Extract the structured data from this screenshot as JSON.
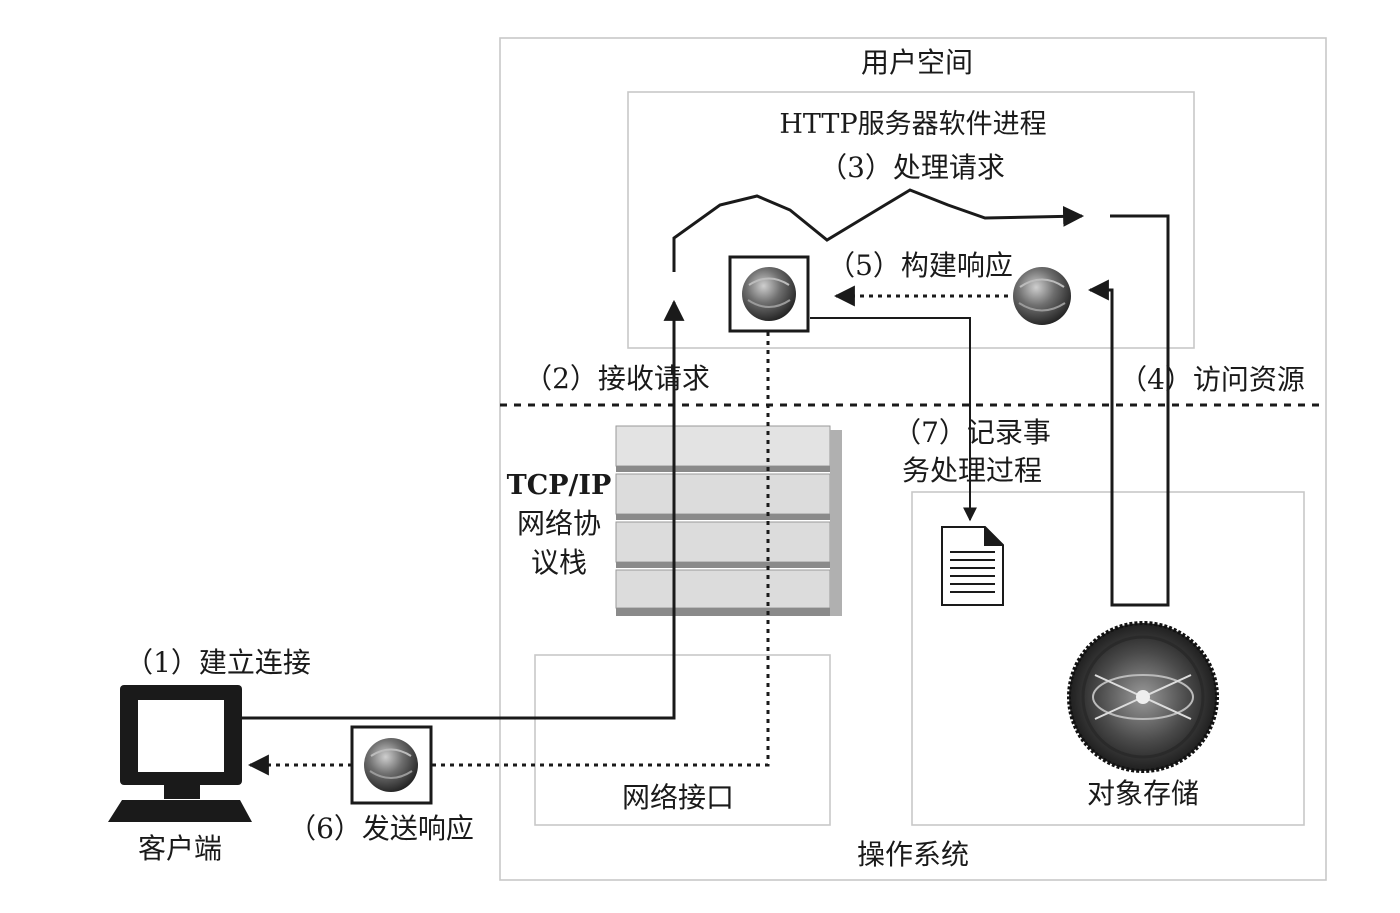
{
  "regions": {
    "user_space": "用户空间",
    "http_process": "HTTP服务器软件进程",
    "operating_system": "操作系统",
    "network_interface": "网络接口",
    "object_storage": "对象存储"
  },
  "components": {
    "tcpip_stack_line1": "TCP/IP",
    "tcpip_stack_line2": "网络协",
    "tcpip_stack_line3": "议栈",
    "client": "客户端"
  },
  "steps": {
    "step1": "（1）建立连接",
    "step2": "（2）接收请求",
    "step3": "（3）处理请求",
    "step4": "（4）访问资源",
    "step5": "（5）构建响应",
    "step6": "（6）发送响应",
    "step7_line1": "（7）记录事",
    "step7_line2": "务处理过程"
  },
  "icons": {
    "response_orb": "response-orb-icon",
    "document": "document-icon",
    "disk": "object-storage-disk-icon",
    "monitor": "client-monitor-icon"
  },
  "colors": {
    "line": "#1a1a1a",
    "frame": "#c8c8c8",
    "stack_face": "#d9d9d9",
    "stack_edge": "#8a8a8a"
  }
}
